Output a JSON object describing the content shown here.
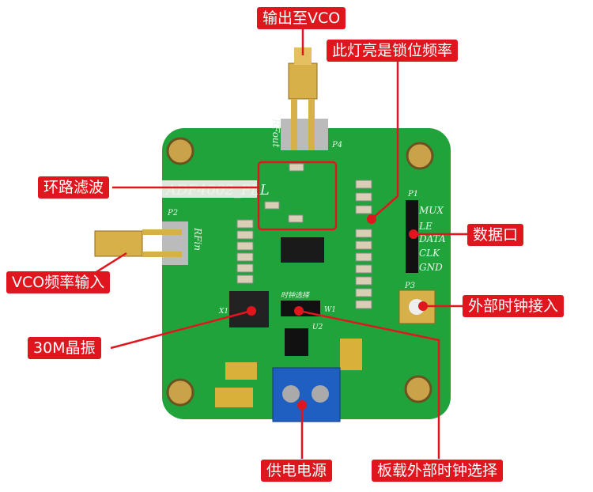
{
  "annotations": {
    "output_vco": "输出至VCO",
    "lock_led": "此灯亮是锁位频率",
    "loop_filter": "环路滤波",
    "data_port": "数据口",
    "vco_input": "VCO频率输入",
    "ext_clock_in": "外部时钟接入",
    "crystal": "30M晶振",
    "power": "供电电源",
    "clock_select": "板载外部时钟选择"
  },
  "silkscreen": {
    "board_name": "ADF4002_PLL",
    "rfout": "RFout",
    "rfin": "RFin",
    "p1": "P1",
    "p2": "P2",
    "p3": "P3",
    "p4": "P4",
    "pins": [
      "MUX",
      "LE",
      "DATA",
      "CLK",
      "GND"
    ],
    "clock_select": "时钟选择",
    "x1": "X1",
    "w1": "W1",
    "u2": "U2"
  },
  "colors": {
    "pcb": "#1fa33a",
    "annotation": "#e0161e"
  }
}
